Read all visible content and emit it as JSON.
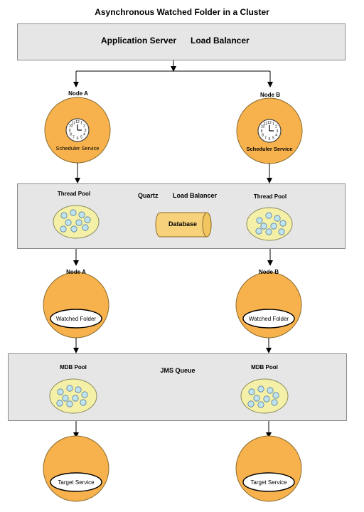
{
  "title": "Asynchronous Watched Folder in a Cluster",
  "app_band": {
    "label_left": "Application Server",
    "label_right": "Load Balancer"
  },
  "nodes_top": [
    {
      "label": "Node A",
      "service": "Scheduler Service"
    },
    {
      "label": "Node B",
      "service": "Scheduler Service"
    }
  ],
  "quartz_band": {
    "label_quartz": "Quartz",
    "label_lb": "Load Balancer",
    "pool_left": "Thread Pool",
    "pool_right": "Thread Pool",
    "database": "Database"
  },
  "nodes_mid": [
    {
      "label": "Node A",
      "folder": "Watched Folder"
    },
    {
      "label": "Node B",
      "folder": "Watched Folder"
    }
  ],
  "jms_band": {
    "label": "JMS Queue",
    "pool_left": "MDB Pool",
    "pool_right": "MDB Pool"
  },
  "targets": [
    {
      "label": "Target Service"
    },
    {
      "label": "Target Service"
    }
  ],
  "colors": {
    "orange": "#f7b24d",
    "pool_fill": "#f5f0a8",
    "bubble": "#bfe3ef",
    "band": "#e6e6e6"
  }
}
